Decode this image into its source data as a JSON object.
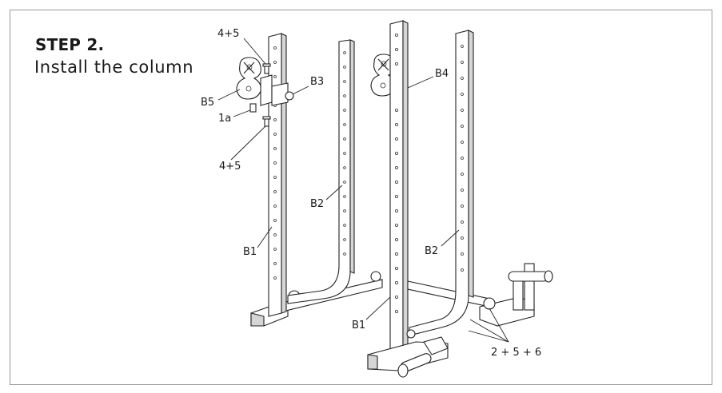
{
  "instruction": {
    "step_title": "STEP 2.",
    "step_subtitle": "Install the column"
  },
  "callouts": {
    "part_4_5_top": "4+5",
    "part_b5": "B5",
    "part_1a": "1a",
    "part_4_5_bottom": "4+5",
    "part_b3": "B3",
    "part_b4": "B4",
    "part_b2_left": "B2",
    "part_b1_left": "B1",
    "part_b2_right": "B2",
    "part_b1_front": "B1",
    "part_2_5_6": "2 + 5 + 6"
  }
}
